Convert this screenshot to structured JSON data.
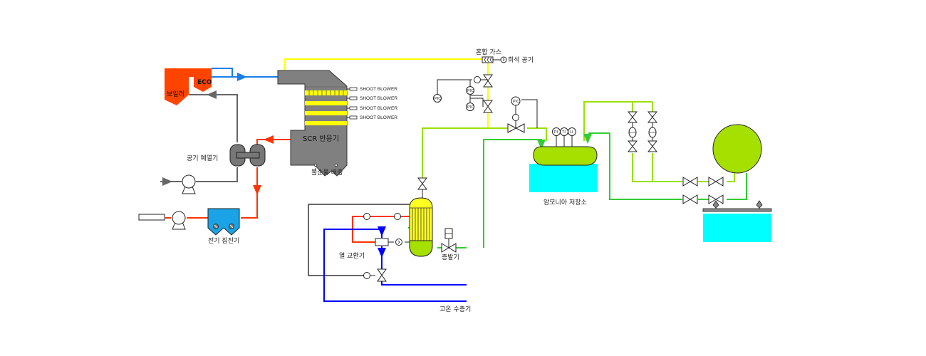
{
  "title": "SCR 탈질 공정도",
  "colors": {
    "flue_gas": "#ff3300",
    "water": "#0000ff",
    "eco_line": "#1a7fe6",
    "ammonia_gas": "#ffff00",
    "ammonia_liquid": "#99e000",
    "ammonia_green": "#33cc33",
    "air": "#666666",
    "reactor": "#808080",
    "boiler": "#ff4400",
    "esp": "#1aa3e6",
    "tank_top": "#a6e000",
    "tank_base": "#00ffff",
    "evaporator_top": "#ffff22"
  },
  "labels": {
    "boiler": "보일러",
    "eco": "ECO",
    "scr_reactor": "SCR 반응기",
    "shoot_blowers": [
      "SHOOT BLOWER",
      "SHOOT BLOWER",
      "SHOOT BLOWER",
      "SHOOT BLOWER"
    ],
    "impurity_discharge": "불순물 배출",
    "air_preheater": "공기 예열기",
    "esp": "전기 집진기",
    "mixed_gas": "혼합 가스",
    "dilution_air": "희석 공기",
    "heat_exchanger": "열 교환기",
    "evaporator": "증발기",
    "hot_steam": "고온 수증기",
    "ammonia_storage": "암모니아 저장소",
    "instruments": {
      "pic": "PIC",
      "pi": "PI",
      "ti": "TI",
      "li": "LI"
    }
  }
}
